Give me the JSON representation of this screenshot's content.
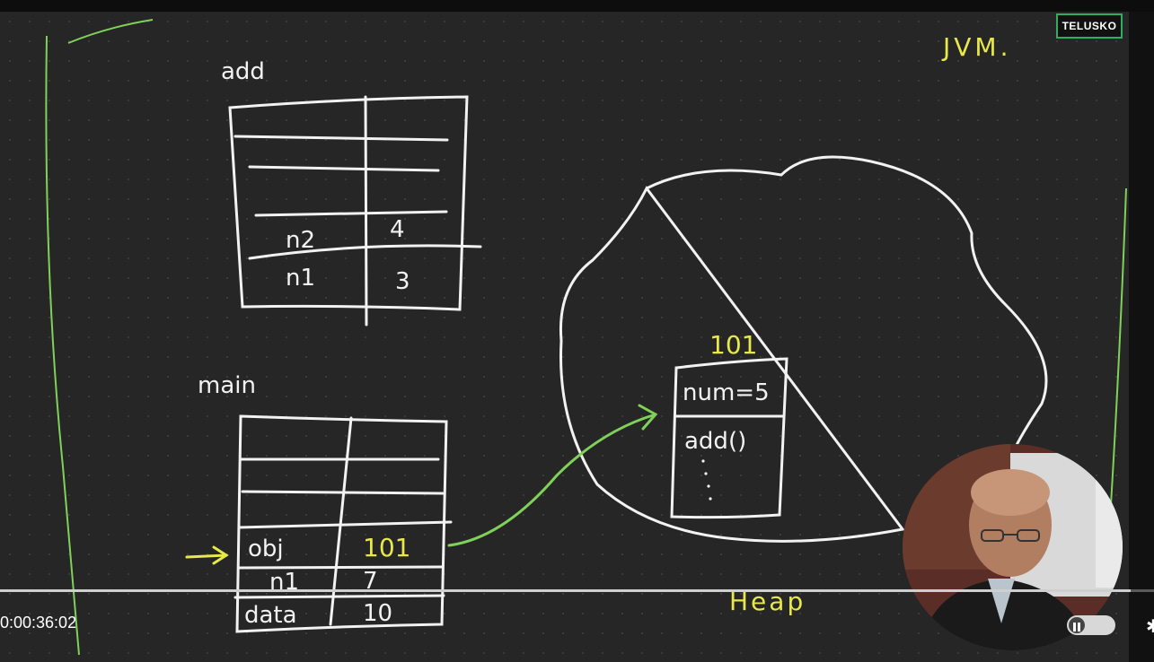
{
  "board": {
    "corner_label": "JVM.",
    "add_frame": {
      "label": "add",
      "rows": [
        {
          "name": "n2",
          "value": "4"
        },
        {
          "name": "n1",
          "value": "3"
        }
      ]
    },
    "main_frame": {
      "label": "main",
      "rows": [
        {
          "name": "obj",
          "value": "101"
        },
        {
          "name": "n1",
          "value": "7"
        },
        {
          "name": "data",
          "value": "10"
        }
      ]
    },
    "heap": {
      "label": "Heap",
      "object": {
        "address": "101",
        "field": "num=5",
        "method": "add()"
      }
    }
  },
  "channel": {
    "logo": "TELUSKO"
  },
  "player": {
    "time": "0:00:36:02",
    "progress": 0.98
  },
  "colors": {
    "chalk_white": "#f2f2f2",
    "chalk_yellow": "#e8e84a",
    "chalk_green": "#7fd15a",
    "board": "#262626"
  },
  "icons": {
    "pause": "pause-icon",
    "settings": "settings-icon"
  }
}
